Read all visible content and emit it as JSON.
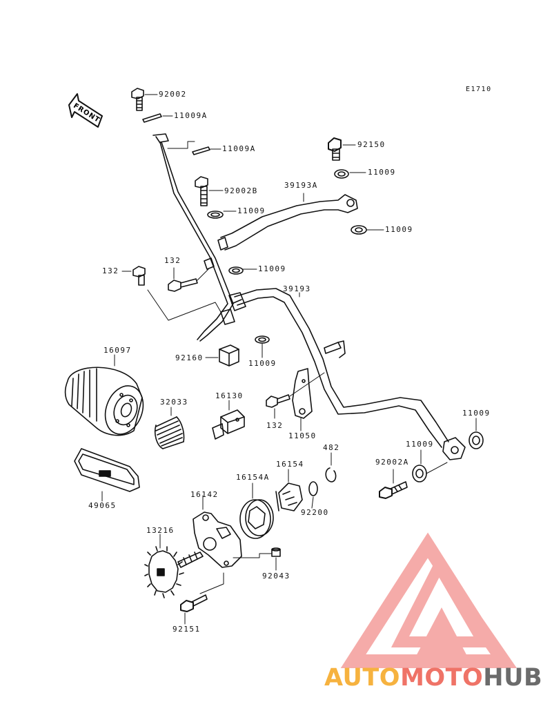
{
  "diagram_ref": "E1710",
  "front_label": "FRONT",
  "watermark": {
    "auto": "AUTO",
    "moto": "MOTO",
    "hub": "HUB",
    "color_auto": "#f6b23f",
    "color_moto": "#ef7367",
    "color_hub": "#6b6b6b",
    "logo_color": "#f07a7a"
  },
  "parts": {
    "p92002": "92002",
    "p11009A_a": "11009A",
    "p11009A_b": "11009A",
    "p92150": "92150",
    "p11009_a": "11009",
    "p39193A": "39193A",
    "p92002B": "92002B",
    "p11009_b": "11009",
    "p11009_c": "11009",
    "p132_a": "132",
    "p132_b": "132",
    "p11009_d": "11009",
    "p39193": "39193",
    "p16097": "16097",
    "p92160": "92160",
    "p11009_e": "11009",
    "p32033": "32033",
    "p16130": "16130",
    "p132_c": "132",
    "p11050": "11050",
    "p11009_f": "11009",
    "p11009_g": "11009",
    "p482": "482",
    "p92002A": "92002A",
    "p16154": "16154",
    "p16154A": "16154A",
    "p49065": "49065",
    "p16142": "16142",
    "p92200": "92200",
    "p13216": "13216",
    "p92043": "92043",
    "p92151": "92151"
  }
}
